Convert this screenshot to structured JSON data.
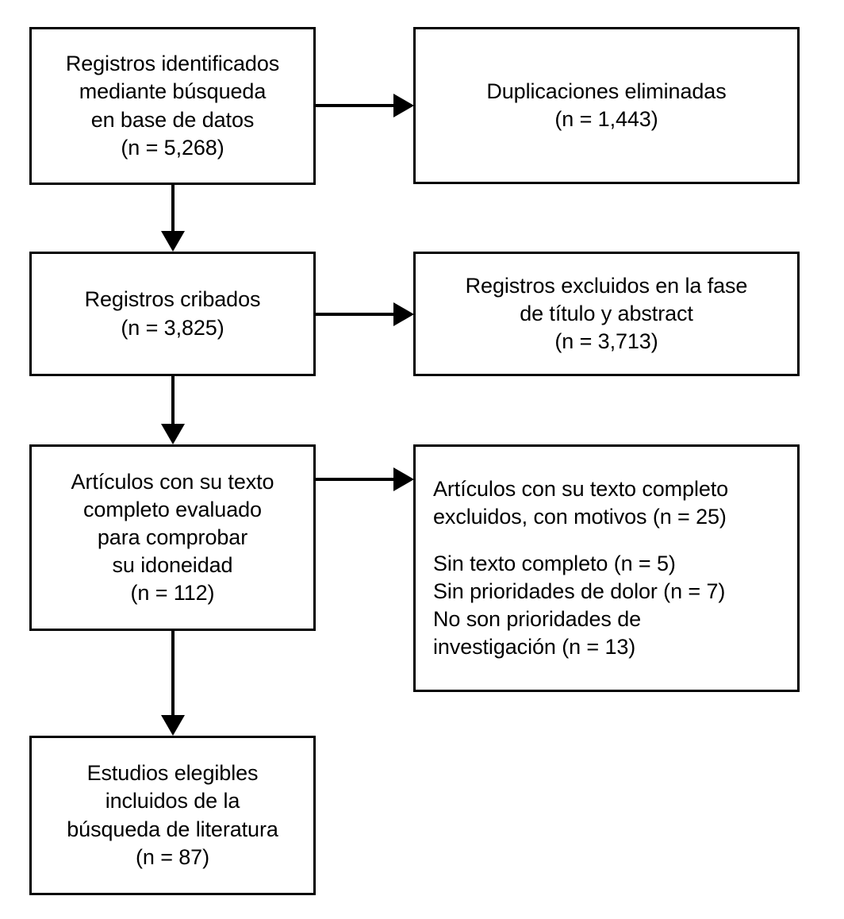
{
  "diagram": {
    "kind": "prisma-flow-diagram",
    "language": "es",
    "stroke_color": "#000000",
    "background_color": "#ffffff",
    "boxes": {
      "identified": {
        "lines": [
          "Registros identificados",
          "mediante búsqueda",
          "en base de datos",
          "(n = 5,268)"
        ]
      },
      "duplicates": {
        "lines": [
          "Duplicaciones eliminadas",
          "(n = 1,443)"
        ]
      },
      "screened": {
        "lines": [
          "Registros cribados",
          "(n = 3,825)"
        ]
      },
      "excluded_title_abstract": {
        "lines": [
          "Registros excluidos en la fase",
          "de título y abstract",
          "(n = 3,713)"
        ]
      },
      "fulltext_assessed": {
        "lines": [
          "Artículos con su texto",
          "completo evaluado",
          "para comprobar",
          "su idoneidad",
          "(n = 112)"
        ]
      },
      "excluded_reasons": {
        "lines": [
          "Artículos con su texto completo",
          "excluidos, con motivos (n = 25)",
          "",
          "Sin texto completo (n = 5)",
          "Sin prioridades de dolor (n = 7)",
          "No son prioridades de",
          "investigación (n = 13)"
        ]
      },
      "included": {
        "lines": [
          "Estudios elegibles",
          "incluidos de la",
          "búsqueda de literatura",
          "(n = 87)"
        ]
      }
    },
    "counts": {
      "identified": "5,268",
      "duplicates_removed": "1,443",
      "screened": "3,825",
      "excluded_title_abstract": "3,713",
      "fulltext_assessed": "112",
      "fulltext_excluded_total": "25",
      "reason_no_fulltext": "5",
      "reason_no_pain_priorities": "7",
      "reason_not_research_priorities": "13",
      "included": "87"
    },
    "arrows": [
      {
        "name": "identified-to-duplicates",
        "direction": "right"
      },
      {
        "name": "identified-to-screened",
        "direction": "down"
      },
      {
        "name": "screened-to-excluded-title-abstract",
        "direction": "right"
      },
      {
        "name": "screened-to-fulltext",
        "direction": "down"
      },
      {
        "name": "fulltext-to-excluded-reasons",
        "direction": "right"
      },
      {
        "name": "fulltext-to-included",
        "direction": "down"
      }
    ]
  }
}
